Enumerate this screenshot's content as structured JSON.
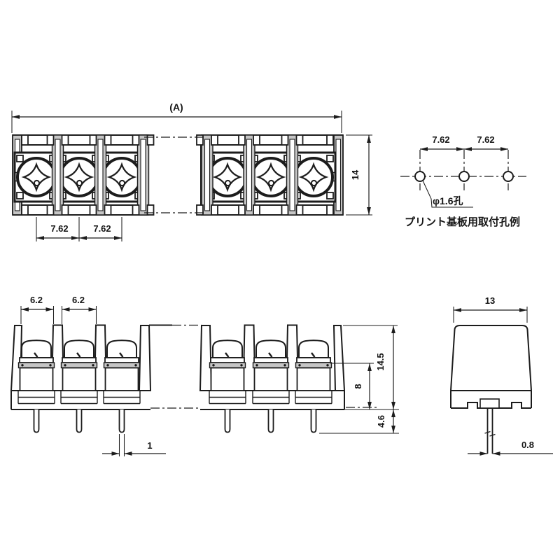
{
  "top_view": {
    "overall_width_label": "(A)",
    "height": "14",
    "pitch_1": "7.62",
    "pitch_2": "7.62"
  },
  "pcb_hole_view": {
    "pitch_1": "7.62",
    "pitch_2": "7.62",
    "hole_diameter_label": "φ1.6孔",
    "caption": "プリント基板用取付孔例"
  },
  "front_view": {
    "opening_1": "6.2",
    "opening_2": "6.2",
    "total_height": "14.5",
    "clamp_to_base_height": "8",
    "pin_length": "4.6",
    "pin_width": "1"
  },
  "side_view": {
    "depth": "13",
    "pin_thickness": "0.8"
  },
  "colors": {
    "line": "#1c1c1c",
    "shade": "#c6c6c6",
    "background": "#ffffff"
  }
}
